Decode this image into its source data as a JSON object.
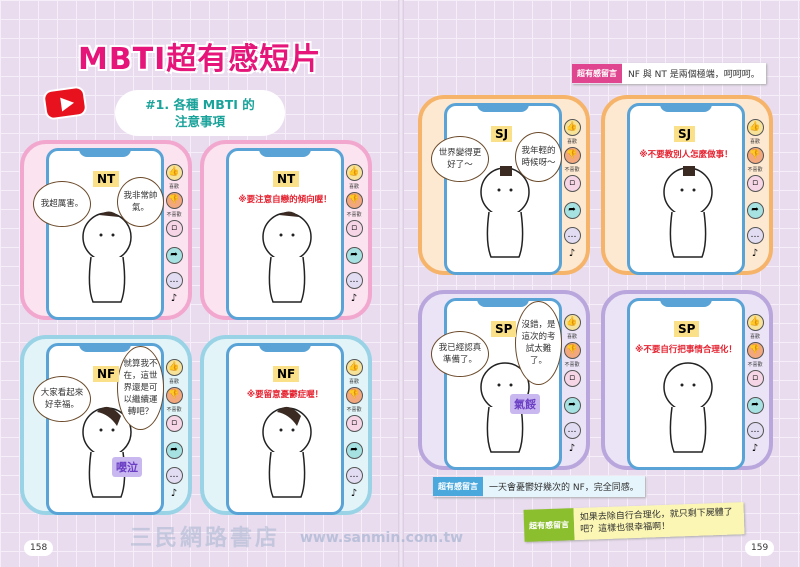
{
  "title": "MBTI超有感短片",
  "subtitle_line1": "#1. 各種 MBTI 的",
  "subtitle_line2": "注意事項",
  "side_labels": {
    "like": "喜歡",
    "dislike": "不喜歡"
  },
  "colors": {
    "pink": "#f2a7cf",
    "blue": "#9ad3e6",
    "orange": "#f6b46a",
    "purple": "#b9a6dc",
    "title": "#e5157a",
    "warning": "#e52230"
  },
  "cards": [
    {
      "type": "NT",
      "bubbles": [
        "我超厲害。",
        "我非常帥氣。"
      ]
    },
    {
      "type": "NT",
      "warning": "※要注意自戀的傾向喔！"
    },
    {
      "type": "NF",
      "bubbles": [
        "大家看起來好幸福。",
        "就算我不在，這世界還是可以繼續運轉吧？"
      ],
      "sticker": "嚶泣"
    },
    {
      "type": "NF",
      "warning": "※要留意憂鬱症喔！"
    },
    {
      "type": "SJ",
      "bubbles": [
        "世界變得更好了～",
        "我年輕的時候呀～"
      ]
    },
    {
      "type": "SJ",
      "warning": "※不要教別人怎麼做事！"
    },
    {
      "type": "SP",
      "bubbles": [
        "我已經認真準備了。",
        "沒錯，是這次的考試太難了。"
      ],
      "sticker": "氣餒"
    },
    {
      "type": "SP",
      "warning": "※不要自行把事情合理化！"
    }
  ],
  "comments": [
    {
      "label": "超有感留言",
      "text": "NF 與 NT 是兩個極端，呵呵呵。",
      "color": "#e0468f"
    },
    {
      "label": "超有感留言",
      "text": "一天會憂鬱好幾次的 NF，完全同感。",
      "color": "#4aa8dd"
    },
    {
      "label": "超有感留言",
      "text": "如果去除自行合理化，就只剩下屍體了吧？這樣也很幸福啊！",
      "color": "#8cbf2e"
    }
  ],
  "watermark": {
    "name": "三民網路書店",
    "url": "www.sanmin.com.tw"
  },
  "page_left": "158",
  "page_right": "159"
}
